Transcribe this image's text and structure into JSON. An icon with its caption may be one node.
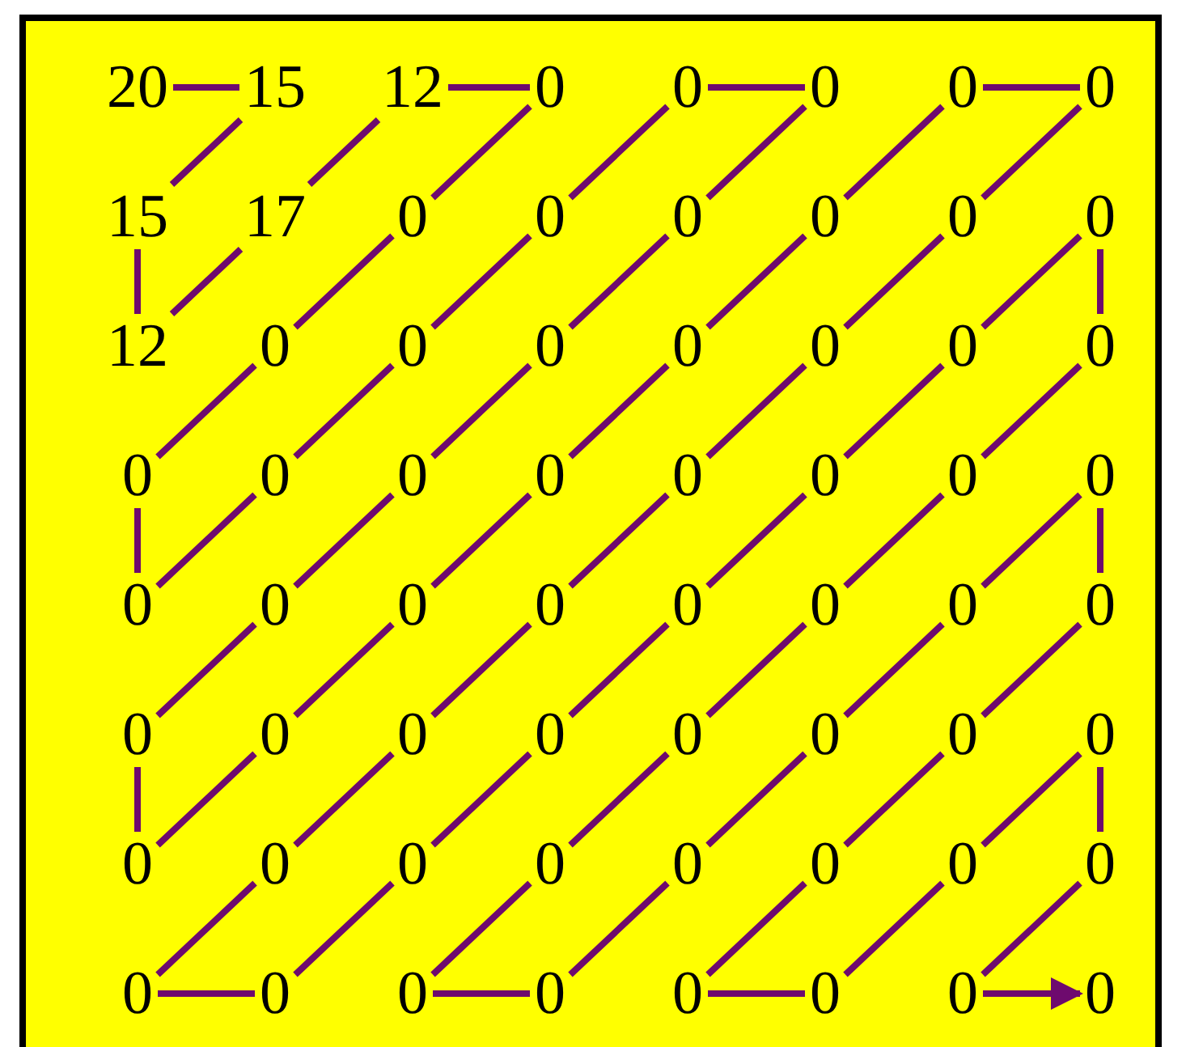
{
  "diagram": {
    "nodes": [
      {
        "text": [
          "20"
        ]
      },
      {
        "text": [
          "15"
        ]
      },
      {
        "text": [
          "12"
        ]
      },
      {
        "text": [
          "0"
        ]
      },
      {
        "text": [
          "0"
        ]
      },
      {
        "text": [
          "0"
        ]
      },
      {
        "text": [
          "0"
        ]
      },
      {
        "text": [
          "0"
        ]
      },
      {
        "text": [
          "15"
        ]
      },
      {
        "text": [
          "17"
        ]
      },
      {
        "text": [
          "0"
        ]
      },
      {
        "text": [
          "0"
        ]
      },
      {
        "text": [
          "0"
        ]
      },
      {
        "text": [
          "0"
        ]
      },
      {
        "text": [
          "0"
        ]
      },
      {
        "text": [
          "0"
        ]
      },
      {
        "text": [
          "12"
        ]
      },
      {
        "text": [
          "0"
        ]
      },
      {
        "text": [
          "0"
        ]
      },
      {
        "text": [
          "0"
        ]
      },
      {
        "text": [
          "0"
        ]
      },
      {
        "text": [
          "0"
        ]
      },
      {
        "text": [
          "0"
        ]
      },
      {
        "text": [
          "0"
        ]
      },
      {
        "text": [
          "0"
        ]
      },
      {
        "text": [
          "0"
        ]
      },
      {
        "text": [
          "0"
        ]
      },
      {
        "text": [
          "0"
        ]
      },
      {
        "text": [
          "0"
        ]
      },
      {
        "text": [
          "0"
        ]
      },
      {
        "text": [
          "0"
        ]
      },
      {
        "text": [
          "0"
        ]
      },
      {
        "text": [
          "0"
        ]
      },
      {
        "text": [
          "0"
        ]
      },
      {
        "text": [
          "0"
        ]
      },
      {
        "text": [
          "0"
        ]
      },
      {
        "text": [
          "0"
        ]
      },
      {
        "text": [
          "0"
        ]
      },
      {
        "text": [
          "0"
        ]
      },
      {
        "text": [
          "0"
        ]
      },
      {
        "text": [
          "0"
        ]
      },
      {
        "text": [
          "0"
        ]
      },
      {
        "text": [
          "0"
        ]
      },
      {
        "text": [
          "0"
        ]
      },
      {
        "text": [
          "0"
        ]
      },
      {
        "text": [
          "0"
        ]
      },
      {
        "text": [
          "0"
        ]
      },
      {
        "text": [
          "0"
        ]
      },
      {
        "text": [
          "0"
        ]
      },
      {
        "text": [
          "0"
        ]
      },
      {
        "text": [
          "0"
        ]
      },
      {
        "text": [
          "0"
        ]
      },
      {
        "text": [
          "0"
        ]
      },
      {
        "text": [
          "0"
        ]
      },
      {
        "text": [
          "0"
        ]
      },
      {
        "text": [
          "0"
        ]
      },
      {
        "text": [
          "0"
        ]
      },
      {
        "text": [
          "0"
        ]
      },
      {
        "text": [
          "0"
        ]
      },
      {
        "text": [
          "0"
        ]
      },
      {
        "text": [
          "0"
        ]
      },
      {
        "text": [
          "0"
        ]
      },
      {
        "text": [
          "0"
        ]
      },
      {
        "text": [
          "0"
        ]
      }
    ],
    "edges": [
      {
        "from": 0,
        "to": 1,
        "arrow": "none"
      },
      {
        "from": 1,
        "to": 8,
        "arrow": "none"
      },
      {
        "from": 8,
        "to": 16,
        "arrow": "none"
      },
      {
        "from": 16,
        "to": 9,
        "arrow": "none"
      },
      {
        "from": 9,
        "to": 2,
        "arrow": "none"
      },
      {
        "from": 2,
        "to": 3,
        "arrow": "none"
      },
      {
        "from": 3,
        "to": 10,
        "arrow": "none"
      },
      {
        "from": 10,
        "to": 17,
        "arrow": "none"
      },
      {
        "from": 17,
        "to": 24,
        "arrow": "none"
      },
      {
        "from": 24,
        "to": 32,
        "arrow": "none"
      },
      {
        "from": 32,
        "to": 25,
        "arrow": "none"
      },
      {
        "from": 25,
        "to": 18,
        "arrow": "none"
      },
      {
        "from": 18,
        "to": 11,
        "arrow": "none"
      },
      {
        "from": 11,
        "to": 4,
        "arrow": "none"
      },
      {
        "from": 4,
        "to": 5,
        "arrow": "none"
      },
      {
        "from": 5,
        "to": 12,
        "arrow": "none"
      },
      {
        "from": 12,
        "to": 19,
        "arrow": "none"
      },
      {
        "from": 19,
        "to": 26,
        "arrow": "none"
      },
      {
        "from": 26,
        "to": 33,
        "arrow": "none"
      },
      {
        "from": 33,
        "to": 40,
        "arrow": "none"
      },
      {
        "from": 40,
        "to": 48,
        "arrow": "none"
      },
      {
        "from": 48,
        "to": 41,
        "arrow": "none"
      },
      {
        "from": 41,
        "to": 34,
        "arrow": "none"
      },
      {
        "from": 34,
        "to": 27,
        "arrow": "none"
      },
      {
        "from": 27,
        "to": 20,
        "arrow": "none"
      },
      {
        "from": 20,
        "to": 13,
        "arrow": "none"
      },
      {
        "from": 13,
        "to": 6,
        "arrow": "none"
      },
      {
        "from": 6,
        "to": 7,
        "arrow": "none"
      },
      {
        "from": 7,
        "to": 14,
        "arrow": "none"
      },
      {
        "from": 14,
        "to": 21,
        "arrow": "none"
      },
      {
        "from": 21,
        "to": 28,
        "arrow": "none"
      },
      {
        "from": 28,
        "to": 35,
        "arrow": "none"
      },
      {
        "from": 35,
        "to": 42,
        "arrow": "none"
      },
      {
        "from": 42,
        "to": 49,
        "arrow": "none"
      },
      {
        "from": 49,
        "to": 56,
        "arrow": "none"
      },
      {
        "from": 56,
        "to": 57,
        "arrow": "none"
      },
      {
        "from": 57,
        "to": 50,
        "arrow": "none"
      },
      {
        "from": 50,
        "to": 43,
        "arrow": "none"
      },
      {
        "from": 43,
        "to": 36,
        "arrow": "none"
      },
      {
        "from": 36,
        "to": 29,
        "arrow": "none"
      },
      {
        "from": 29,
        "to": 22,
        "arrow": "none"
      },
      {
        "from": 22,
        "to": 15,
        "arrow": "none"
      },
      {
        "from": 15,
        "to": 23,
        "arrow": "none"
      },
      {
        "from": 23,
        "to": 30,
        "arrow": "none"
      },
      {
        "from": 30,
        "to": 37,
        "arrow": "none"
      },
      {
        "from": 37,
        "to": 44,
        "arrow": "none"
      },
      {
        "from": 44,
        "to": 51,
        "arrow": "none"
      },
      {
        "from": 51,
        "to": 58,
        "arrow": "none"
      },
      {
        "from": 58,
        "to": 59,
        "arrow": "none"
      },
      {
        "from": 59,
        "to": 52,
        "arrow": "none"
      },
      {
        "from": 52,
        "to": 45,
        "arrow": "none"
      },
      {
        "from": 45,
        "to": 38,
        "arrow": "none"
      },
      {
        "from": 38,
        "to": 31,
        "arrow": "none"
      },
      {
        "from": 31,
        "to": 39,
        "arrow": "none"
      },
      {
        "from": 39,
        "to": 46,
        "arrow": "none"
      },
      {
        "from": 46,
        "to": 53,
        "arrow": "none"
      },
      {
        "from": 53,
        "to": 60,
        "arrow": "none"
      },
      {
        "from": 60,
        "to": 61,
        "arrow": "none"
      },
      {
        "from": 61,
        "to": 54,
        "arrow": "none"
      },
      {
        "from": 54,
        "to": 47,
        "arrow": "none"
      },
      {
        "from": 47,
        "to": 55,
        "arrow": "none"
      },
      {
        "from": 55,
        "to": 62,
        "arrow": "none"
      },
      {
        "from": 62,
        "to": 63,
        "arrow": "to"
      }
    ]
  }
}
